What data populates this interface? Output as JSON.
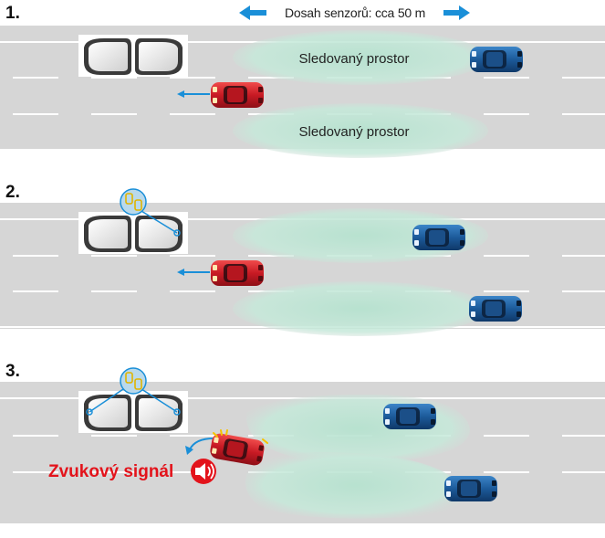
{
  "header": {
    "range_text": "Dosah senzorů: cca 50 m",
    "arrow_color": "#1a8fd8"
  },
  "panels": [
    {
      "step": "1.",
      "zone_labels": [
        "Sledovaný prostor",
        "Sledovaný prostor"
      ],
      "indicator": false,
      "warning": false
    },
    {
      "step": "2.",
      "indicator": true,
      "warning": false
    },
    {
      "step": "3.",
      "indicator": true,
      "warning": true,
      "sound_label": "Zvukový signál"
    }
  ],
  "colors": {
    "road": "#d6d6d6",
    "zone": "#bfe5d4",
    "ego_car": "#d21f2b",
    "other_car": "#1f5fa0",
    "warning_text": "#e3131b",
    "indicator_fill": "#b9d9ec",
    "indicator_glyph": "#e0b400"
  }
}
